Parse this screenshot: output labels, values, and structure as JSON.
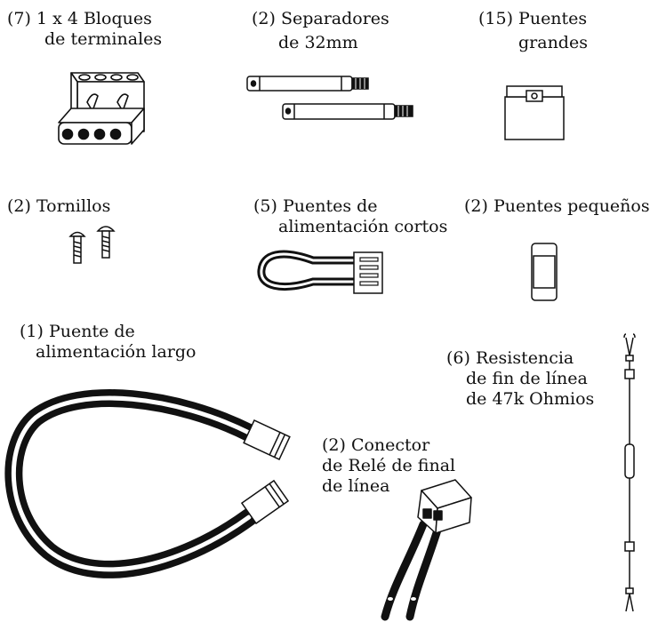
{
  "items": [
    {
      "id": "terminal-blocks",
      "lines": [
        "(7) 1 x 4 Bloques",
        "de terminales"
      ]
    },
    {
      "id": "standoffs",
      "lines": [
        "(2) Separadores",
        "de 32mm"
      ]
    },
    {
      "id": "large-jumpers",
      "lines": [
        "(15) Puentes",
        "grandes"
      ]
    },
    {
      "id": "screws",
      "lines": [
        "(2) Tornillos"
      ]
    },
    {
      "id": "short-power-jumpers",
      "lines": [
        "(5) Puentes de",
        "alimentación cortos"
      ]
    },
    {
      "id": "small-jumpers",
      "lines": [
        "(2) Puentes pequeños"
      ]
    },
    {
      "id": "long-power-jumper",
      "lines": [
        "(1) Puente de",
        "alimentación largo"
      ]
    },
    {
      "id": "eol-resistor",
      "lines": [
        "(6) Resistencia",
        "de fin de línea",
        "de 47k Ohmios"
      ]
    },
    {
      "id": "eol-relay-connector",
      "lines": [
        "(2) Conector",
        "de Relé de final",
        "de línea"
      ]
    }
  ]
}
